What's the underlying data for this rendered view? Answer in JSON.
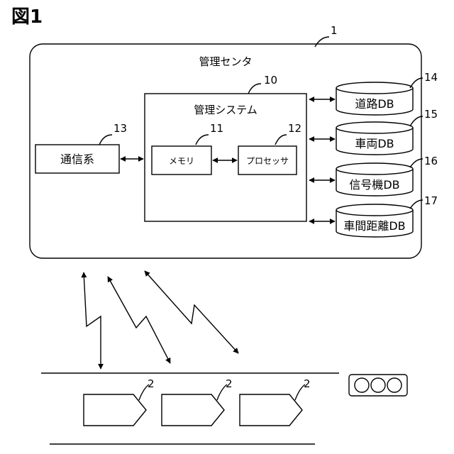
{
  "figure": {
    "title": "図1"
  },
  "management_center": {
    "label": "管理センタ",
    "ref": "1"
  },
  "management_system": {
    "label": "管理システム",
    "ref": "10"
  },
  "memory": {
    "label": "メモリ",
    "ref": "11"
  },
  "processor": {
    "label": "プロセッサ",
    "ref": "12"
  },
  "communication": {
    "label": "通信系",
    "ref": "13"
  },
  "databases": [
    {
      "label": "道路DB",
      "ref": "14"
    },
    {
      "label": "車両DB",
      "ref": "15"
    },
    {
      "label": "信号機DB",
      "ref": "16"
    },
    {
      "label": "車間距離DB",
      "ref": "17"
    }
  ],
  "vehicles": [
    {
      "ref": "2"
    },
    {
      "ref": "2"
    },
    {
      "ref": "2"
    }
  ]
}
